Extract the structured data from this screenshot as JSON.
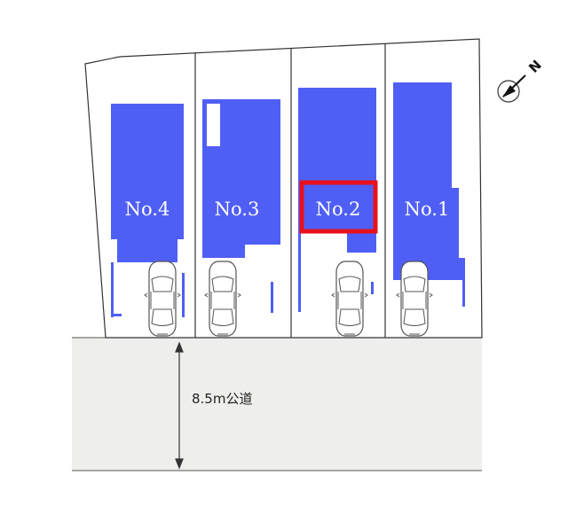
{
  "lots": [
    {
      "id": "lot-4",
      "label": "No.4",
      "highlighted": false
    },
    {
      "id": "lot-3",
      "label": "No.3",
      "highlighted": false
    },
    {
      "id": "lot-2",
      "label": "No.2",
      "highlighted": true
    },
    {
      "id": "lot-1",
      "label": "No.1",
      "highlighted": false
    }
  ],
  "road": {
    "label": "8.5m公道"
  },
  "compass": {
    "letter": "N",
    "icon": "north-arrow-icon"
  },
  "colors": {
    "building": "#4f5ff5",
    "highlight": "#e8111b",
    "road": "#eeefed",
    "line": "#333333"
  }
}
